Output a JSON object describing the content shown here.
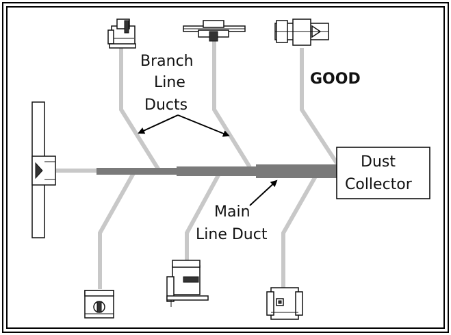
{
  "labels": {
    "branch_line": "Branch",
    "branch_line_2": "Line",
    "branch_line_3": "Ducts",
    "good": "GOOD",
    "dust_collector_1": "Dust",
    "dust_collector_2": "Collector",
    "main_line_1": "Main",
    "main_line_2": "Line Duct"
  },
  "colors": {
    "border": "#000000",
    "branch_duct": "#c8c8c8",
    "main_duct": "#7a7a7a",
    "machine_outline": "#111111"
  },
  "icons": {
    "top_left_machine": "drill-press-icon",
    "top_center_machine": "planer-icon",
    "top_right_machine": "jointer-icon",
    "left_machine": "table-saw-icon",
    "bottom_left_machine": "band-saw-icon",
    "bottom_center_machine": "lathe-icon",
    "bottom_right_machine": "router-table-icon"
  }
}
